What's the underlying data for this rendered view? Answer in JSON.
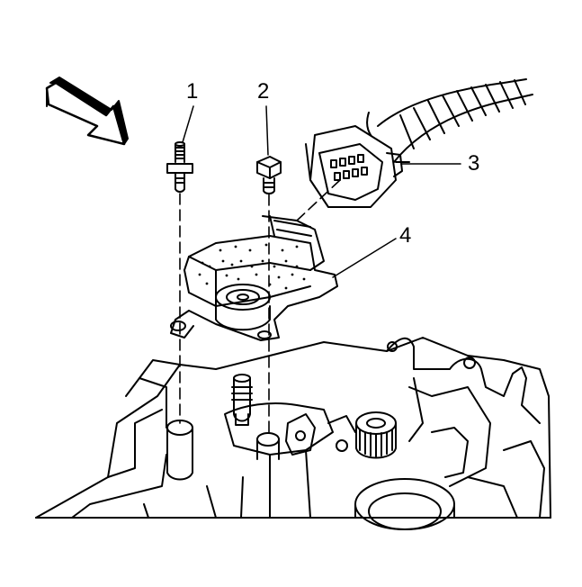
{
  "callouts": [
    {
      "id": "1",
      "label": "1",
      "part": "stud"
    },
    {
      "id": "2",
      "label": "2",
      "part": "bolt"
    },
    {
      "id": "3",
      "label": "3",
      "part": "electrical-connector"
    },
    {
      "id": "4",
      "label": "4",
      "part": "position-switch"
    }
  ],
  "colors": {
    "line": "#000000",
    "fill": "#ffffff"
  }
}
